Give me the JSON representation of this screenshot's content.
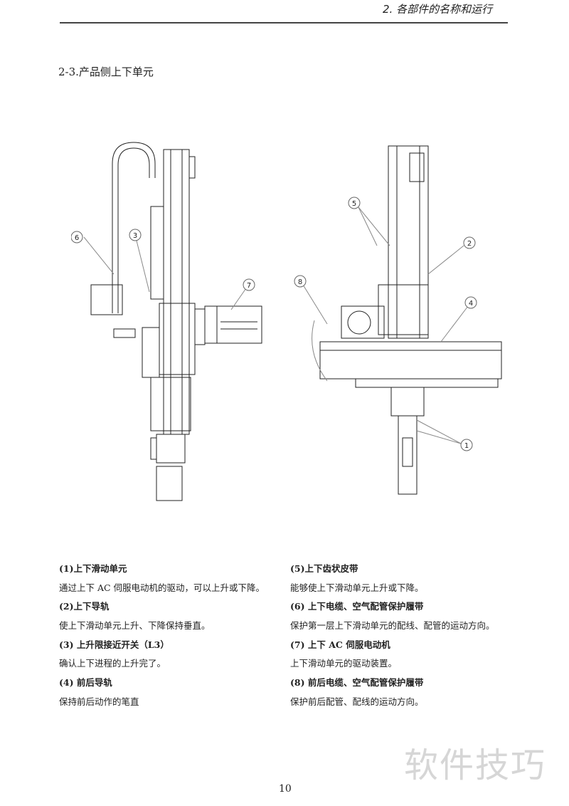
{
  "header": {
    "chapter": "2. 各部件的名称和运行"
  },
  "section": {
    "title": "2-3.产品侧上下单元"
  },
  "diagram": {
    "callouts_left": [
      "6",
      "3",
      "7"
    ],
    "callouts_right": [
      "5",
      "2",
      "8",
      "4",
      "1"
    ]
  },
  "items": [
    {
      "title": "(1)上下滑动单元",
      "desc": "通过上下 AC 伺服电动机的驱动，可以上升或下降。"
    },
    {
      "title": "(2)上下导轨",
      "desc": "使上下滑动单元上升、下降保持垂直。"
    },
    {
      "title": "(3) 上升限接近开关（L3）",
      "desc": "确认上下进程的上升完了。"
    },
    {
      "title": "(4) 前后导轨",
      "desc": "保持前后动作的笔直"
    },
    {
      "title": "(5)上下齿状皮带",
      "desc": "能够使上下滑动单元上升或下降。"
    },
    {
      "title": "(6) 上下电缆、空气配管保护履带",
      "desc": "保护第一层上下滑动单元的配线、配管的运动方向。"
    },
    {
      "title": "(7) 上下 AC 伺服电动机",
      "desc": "上下滑动单元的驱动装置。"
    },
    {
      "title": "(8) 前后电缆、空气配管保护履带",
      "desc": "保护前后配管、配线的运动方向。"
    }
  ],
  "page_number": "10",
  "watermark": "软件技巧"
}
